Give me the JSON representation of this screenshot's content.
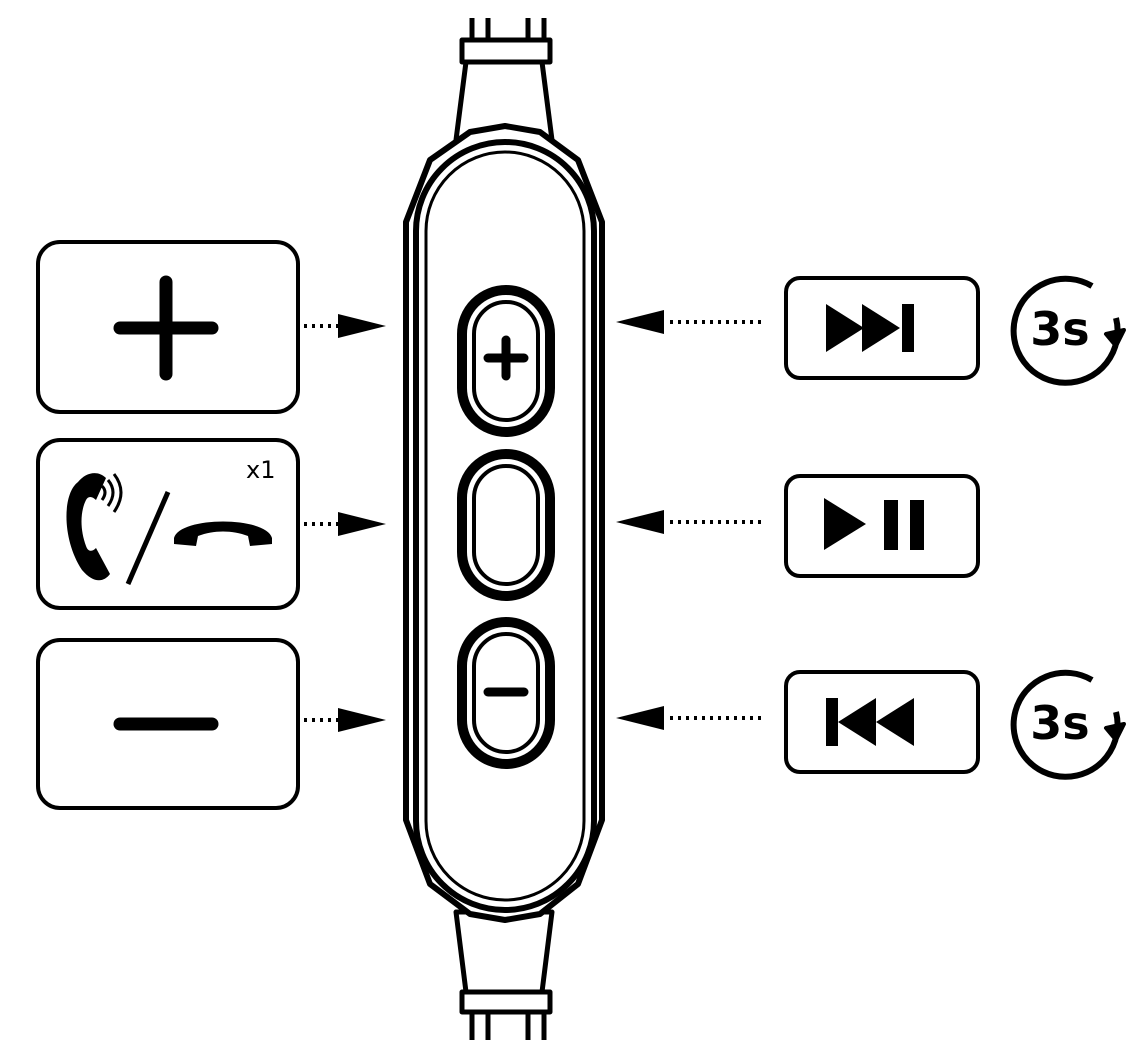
{
  "colors": {
    "ink": "#000000",
    "paper": "#ffffff"
  },
  "remote": {
    "buttons": [
      {
        "id": "plus",
        "icon": "plus-icon"
      },
      {
        "id": "middle",
        "icon": "none"
      },
      {
        "id": "minus",
        "icon": "minus-icon"
      }
    ]
  },
  "left_panels": [
    {
      "id": "volume-up",
      "icon": "plus-icon"
    },
    {
      "id": "call",
      "icon": "phone-answer-hangup-icon",
      "press_label": "x1"
    },
    {
      "id": "volume-down",
      "icon": "minus-icon"
    }
  ],
  "right_panels": [
    {
      "id": "next-track",
      "icon": "skip-forward-icon",
      "hold_label": "3s"
    },
    {
      "id": "play-pause",
      "icon": "play-pause-icon"
    },
    {
      "id": "previous-track",
      "icon": "skip-back-icon",
      "hold_label": "3s"
    }
  ]
}
